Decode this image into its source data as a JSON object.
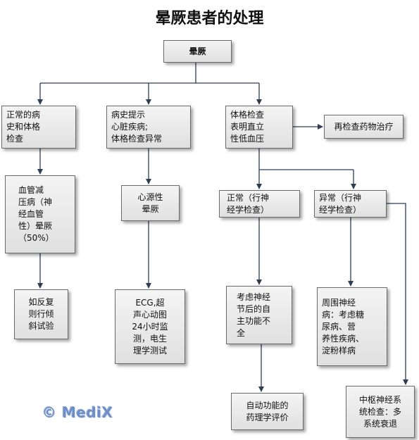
{
  "title": "晕厥患者的处理",
  "watermark": "© MediX",
  "colors": {
    "line": "#2d3e55",
    "box_border": "#6b6b6b",
    "watermark": "#6e8fc6"
  },
  "nodes": {
    "root": "晕厥",
    "normal_history": "正常的病\n史和体格\n检查",
    "history_abnormal": "病史提示\n心脏疾病;\n体格检查异常",
    "orthostatic": "体格检查\n表明直立\n性低血压",
    "recheck_drugs": "再检查药物治疗",
    "vasodepressor": "血管减\n压病（神\n经血管\n性）晕厥\n（50%）",
    "cardiogenic": "心源性\n晕厥",
    "neuro_normal": "正常（行神\n经学检查）",
    "neuro_abnormal": "异常（行神\n经学检查）",
    "tilt_test": "如反复\n则行倾\n斜试验",
    "ecg": "ECG,超\n声心动图\n24小时监\n测，电生\n理学测试",
    "autonomic_consider": "考虑神经\n节后的自\n主功能不\n全",
    "peripheral": "周围神经\n病：考虑糖\n尿病、营\n养性疾病、\n淀粉样病",
    "pharm_eval": "自动功能的\n药理学评价",
    "central": "中枢神经系\n统检查：多\n系统衰退"
  }
}
